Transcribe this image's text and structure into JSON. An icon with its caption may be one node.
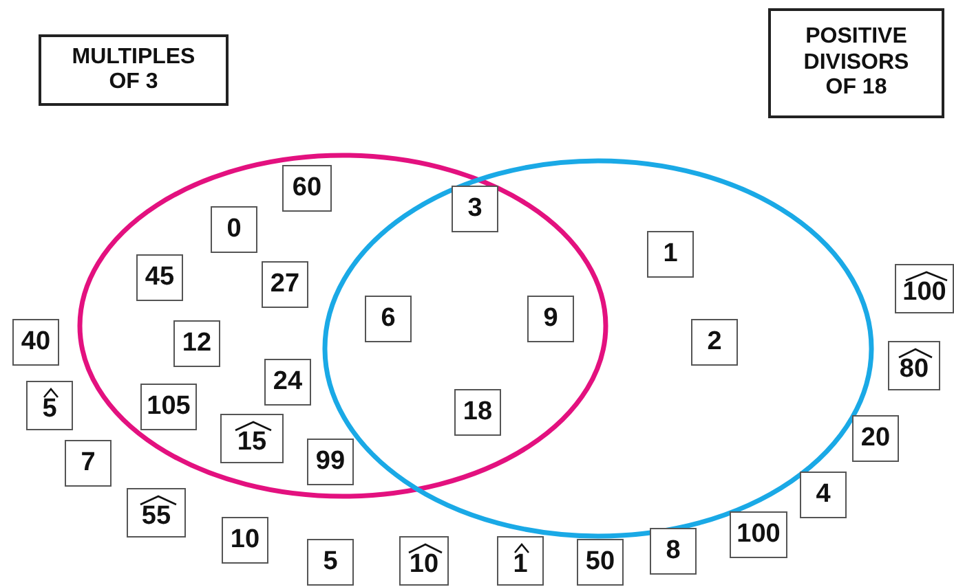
{
  "diagram": {
    "nodes": [
      {
        "text": [
          "MULTIPLES OF 3"
        ]
      },
      {
        "text": [
          "POSITIVE DIVISORS OF 18"
        ]
      },
      {
        "text": [],
        "shape": "ellipse"
      },
      {
        "text": [],
        "shape": "ellipse"
      },
      {
        "text": [
          "60"
        ],
        "in": 2
      },
      {
        "text": [
          "3"
        ]
      },
      {
        "text": [
          "0"
        ],
        "in": 2
      },
      {
        "text": [
          "1"
        ],
        "in": 3
      },
      {
        "text": [
          "45"
        ],
        "in": 2
      },
      {
        "text": [
          "27"
        ],
        "in": 2
      },
      {
        "text": [
          "100"
        ]
      },
      {
        "text": [
          "6"
        ]
      },
      {
        "text": [
          "9"
        ]
      },
      {
        "text": [
          "40"
        ]
      },
      {
        "text": [
          "12"
        ],
        "in": 2
      },
      {
        "text": [
          "2"
        ],
        "in": 3
      },
      {
        "text": [
          "80"
        ]
      },
      {
        "text": [
          "24"
        ],
        "in": 2
      },
      {
        "text": [
          "5"
        ]
      },
      {
        "text": [
          "105"
        ],
        "in": 2
      },
      {
        "text": [
          "18"
        ]
      },
      {
        "text": [
          "20"
        ]
      },
      {
        "text": [
          "15"
        ],
        "in": 2
      },
      {
        "text": [
          "7"
        ]
      },
      {
        "text": [
          "99"
        ],
        "in": 2
      },
      {
        "text": [
          "4"
        ]
      },
      {
        "text": [
          "55"
        ]
      },
      {
        "text": [
          "100"
        ]
      },
      {
        "text": [
          "10"
        ]
      },
      {
        "text": [
          "8"
        ]
      },
      {
        "text": [
          "5"
        ]
      },
      {
        "text": [
          "10"
        ]
      },
      {
        "text": [
          "1"
        ]
      },
      {
        "text": [
          "50"
        ]
      }
    ]
  }
}
